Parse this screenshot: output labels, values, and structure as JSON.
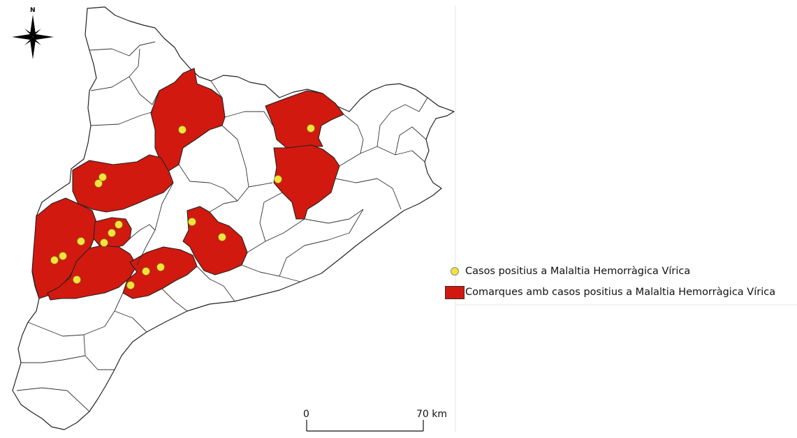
{
  "north_arrow": {
    "label": "N"
  },
  "legend": {
    "points_label": "Casos positius a Malaltia Hemorràgica Vírica",
    "regions_label": "Comarques amb casos positius a Malaltia Hemorràgica Vírica"
  },
  "scale_bar": {
    "start_label": "0",
    "end_label": "70 km"
  },
  "colors": {
    "affected_region": "#d1190f",
    "case_point": "#f3e43c",
    "background_region": "#ffffff",
    "border": "#222222"
  }
}
